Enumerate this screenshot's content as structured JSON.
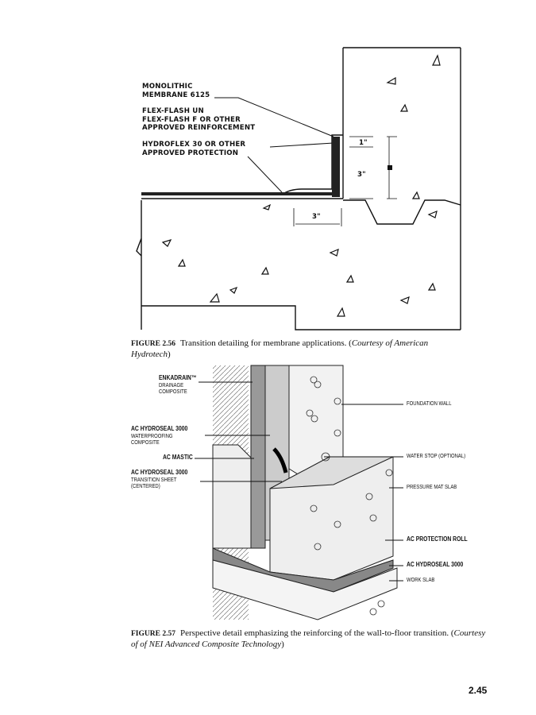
{
  "figure_256": {
    "labels": {
      "membrane_1": "MONOLITHIC",
      "membrane_2": "MEMBRANE 6125",
      "flex_1": "FLEX-FLASH UN",
      "flex_2": "FLEX-FLASH F OR OTHER",
      "flex_3": "APPROVED REINFORCEMENT",
      "hydro_1": "HYDROFLEX 30 OR OTHER",
      "hydro_2": "APPROVED PROTECTION",
      "dim_1in": "1\"",
      "dim_3in_vert": "3\"",
      "dim_3in_horiz": "3\""
    },
    "caption_number": "FIGURE 2.56",
    "caption_text": "Transition detailing for membrane applications. (",
    "caption_credit": "Courtesy of American Hydrotech",
    "caption_end": ")"
  },
  "figure_257": {
    "left_labels": {
      "enkadrain_1": "ENKADRAIN™",
      "enkadrain_2": "DRAINAGE",
      "enkadrain_3": "COMPOSITE",
      "hydroseal_wp_1": "AC HYDROSEAL 3000",
      "hydroseal_wp_2": "WATERPROOFING",
      "hydroseal_wp_3": "COMPOSITE",
      "mastic": "AC MASTIC",
      "transition_1": "AC HYDROSEAL 3000",
      "transition_2": "TRANSITION SHEET",
      "transition_3": "(CENTERED)"
    },
    "right_labels": {
      "foundation_wall": "FOUNDATION WALL",
      "water_stop": "WATER STOP (OPTIONAL)",
      "pressure_mat": "PRESSURE MAT SLAB",
      "protection_roll": "AC PROTECTION ROLL",
      "hydroseal": "AC HYDROSEAL 3000",
      "work_slab": "WORK SLAB"
    },
    "caption_number": "FIGURE 2.57",
    "caption_text": "Perspective detail emphasizing the reinforcing of the wall-to-floor transition. (",
    "caption_credit": "Courtesy of of NEI Advanced Composite Technology",
    "caption_end": ")"
  },
  "page_number": "2.45"
}
